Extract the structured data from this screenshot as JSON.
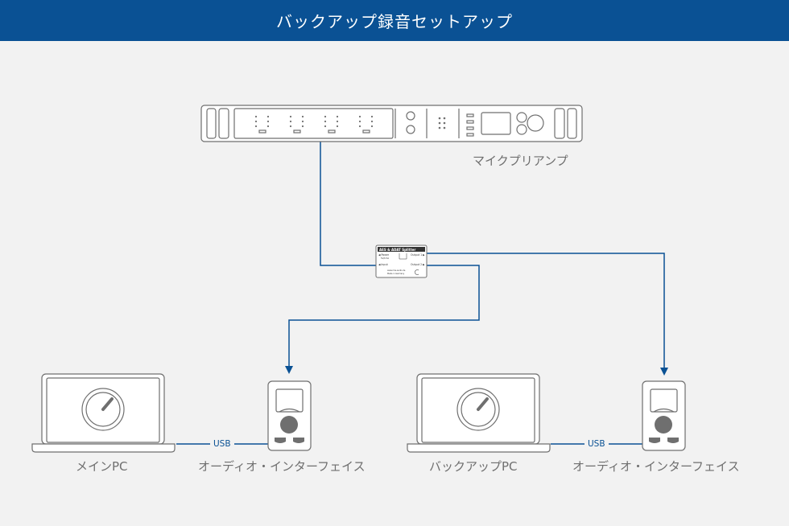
{
  "title": "バックアップ録音セットアップ",
  "colors": {
    "header_bg": "#0a5194",
    "cable": "#0a5194",
    "device_stroke": "#6f6f6f",
    "device_fill": "#ffffff",
    "background": "#f2f2f2"
  },
  "devices": {
    "mic_preamp": {
      "label": "マイクプリアンプ"
    },
    "splitter": {
      "title": "AES & ADAT Splitter",
      "power": "◀ Power",
      "power_spec": "5V/0.5A",
      "output1": "Output 1 ▶",
      "input": "◀ Input",
      "output2": "Output 2 ▶",
      "footer": "www.rme-audio.de",
      "footer2": "Made in Germany"
    },
    "main_pc": {
      "label": "メインPC"
    },
    "backup_pc": {
      "label": "バックアップPC"
    },
    "interface_left": {
      "label": "オーディオ・インターフェイス"
    },
    "interface_right": {
      "label": "オーディオ・インターフェイス"
    }
  },
  "connections": {
    "usb_label": "USB"
  }
}
